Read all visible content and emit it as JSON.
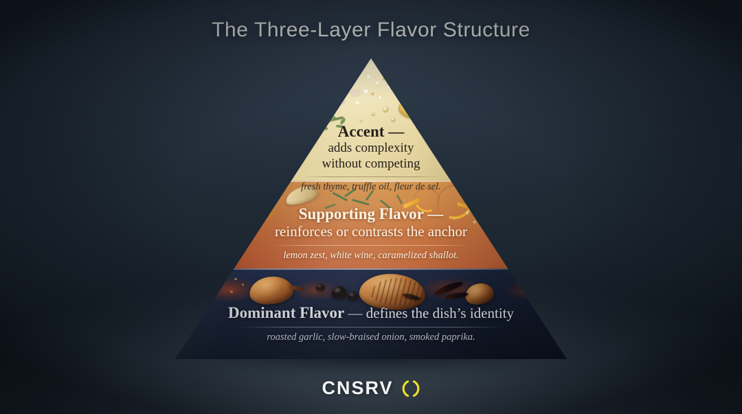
{
  "title": "The Three-Layer Flavor Structure",
  "pyramid": {
    "layers": [
      {
        "id": "accent",
        "position": "top",
        "heading_main": "Accent —",
        "heading_rest_line1": "adds complexity",
        "heading_rest_line2": "without competing",
        "examples": "fresh thyme, truffle oil, fleur de sel.",
        "color": "#e6d49a",
        "text_color": "#25211a"
      },
      {
        "id": "supporting",
        "position": "middle",
        "heading_main": "Supporting Flavor —",
        "heading_rest_line1": "reinforces or contrasts the anchor",
        "heading_rest_line2": "",
        "examples": "lemon zest, white wine, caramelized shallot.",
        "color": "#bc6334",
        "text_color": "#fdf3e2"
      },
      {
        "id": "dominant",
        "position": "bottom",
        "heading_main": "Dominant Flavor",
        "heading_rest_line1": " — defines the dish’s identity",
        "heading_rest_line2": "",
        "examples": "roasted garlic, slow-braised onion, smoked paprika.",
        "color": "#141c30",
        "text_color": "#eef1f6"
      }
    ]
  },
  "brand": {
    "wordmark": "CNSRV",
    "mark_icon": "split-ring-icon",
    "mark_color": "#e8e02a",
    "wordmark_color": "#f2f4f6"
  },
  "background": {
    "top_color": "#19232d",
    "bottom_color": "#53626f"
  }
}
